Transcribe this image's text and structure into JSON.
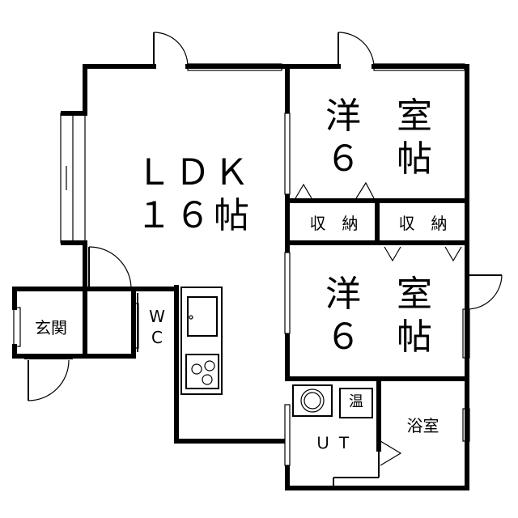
{
  "floor_plan": {
    "rooms": {
      "ldk": {
        "name": "ＬＤＫ",
        "size": "１６帖"
      },
      "western_a": {
        "name": "洋　室",
        "size": "６　帖"
      },
      "western_b": {
        "name": "洋　室",
        "size": "６　帖"
      },
      "storage_a": {
        "name": "収　納"
      },
      "storage_b": {
        "name": "収　納"
      },
      "entrance": {
        "name": "玄関"
      },
      "wc": {
        "line1": "W",
        "line2": "C"
      },
      "utility": {
        "name": "ＵＴ"
      },
      "bath": {
        "name": "浴室"
      },
      "water_heater": {
        "name": "温"
      }
    }
  }
}
